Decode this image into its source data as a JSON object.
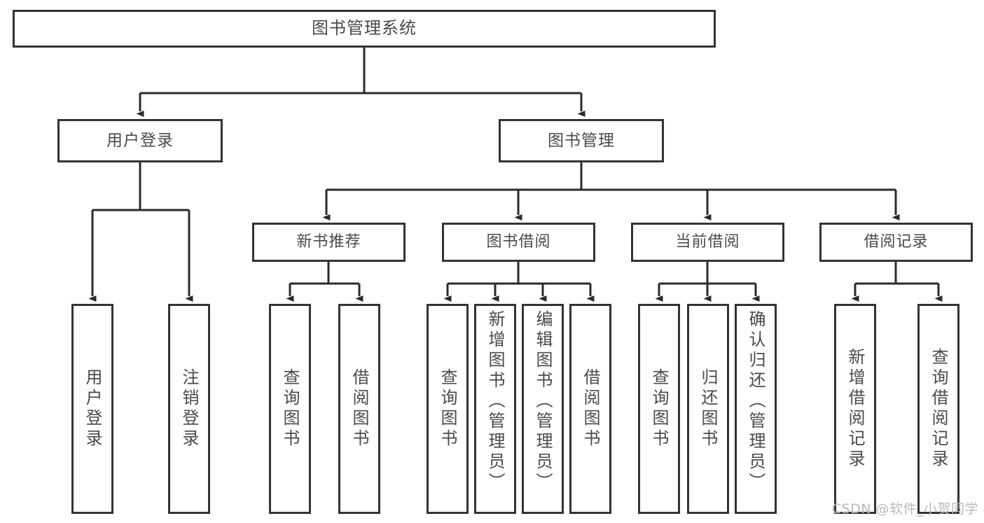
{
  "diagram": {
    "title": "图书管理系统",
    "type": "功能结构图",
    "root": {
      "label": "图书管理系统"
    },
    "level2": [
      {
        "label": "用户登录"
      },
      {
        "label": "图书管理"
      }
    ],
    "level3": [
      {
        "label": "新书推荐"
      },
      {
        "label": "图书借阅"
      },
      {
        "label": "当前借阅"
      },
      {
        "label": "借阅记录"
      }
    ],
    "leaves": {
      "user_login": [
        {
          "label": "用户登录"
        },
        {
          "label": "注销登录"
        }
      ],
      "new_book_recommend": [
        {
          "label": "查询图书"
        },
        {
          "label": "借阅图书"
        }
      ],
      "book_borrow": [
        {
          "label": "查询图书"
        },
        {
          "label": "新增图书（管理员）"
        },
        {
          "label": "编辑图书（管理员）"
        },
        {
          "label": "借阅图书"
        }
      ],
      "current_borrow": [
        {
          "label": "查询图书"
        },
        {
          "label": "归还图书"
        },
        {
          "label": "确认归还（管理员）"
        }
      ],
      "borrow_record": [
        {
          "label": "新增借阅记录"
        },
        {
          "label": "查询借阅记录"
        }
      ]
    }
  },
  "watermark": {
    "text": "CSDN @软件_小贺同学"
  },
  "colors": {
    "stroke": "#333333",
    "text": "#4a4a4a",
    "background": "#ffffff",
    "watermark": "#b9b9b9"
  }
}
